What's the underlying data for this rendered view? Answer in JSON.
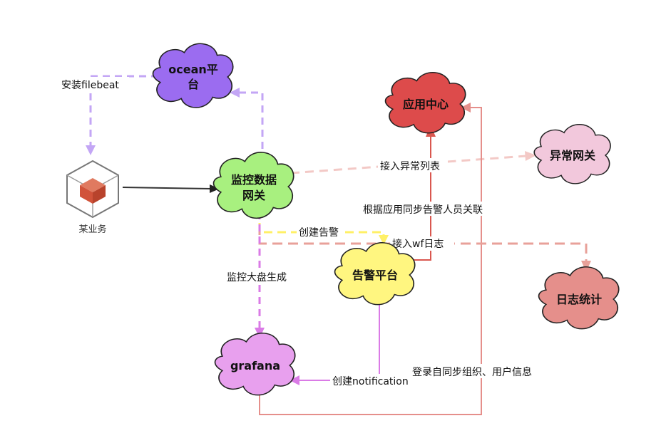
{
  "colors": {
    "purple": "#9B6CF0",
    "purple_line": "#C3A6F5",
    "red": "#DD4B4B",
    "red_line": "#D9574F",
    "pink": "#F2C8DC",
    "pink_line": "#F3C9C6",
    "green": "#A8F07F",
    "yellow": "#FFF680",
    "yellow_line": "#FFF066",
    "salmon": "#E58F8B",
    "salmon_line": "#E8A19A",
    "lilac": "#E8A0EE",
    "lilac_line": "#DA7BE6",
    "cube": "#D1533A",
    "black": "#222222"
  },
  "nodes": {
    "ocean": {
      "line1": "ocean平",
      "line2": "台"
    },
    "app_center": {
      "label": "应用中心"
    },
    "exception_gw": {
      "label": "异常网关"
    },
    "monitor_gw": {
      "line1": "监控数据",
      "line2": "网关"
    },
    "alert": {
      "label": "告警平台"
    },
    "log_stat": {
      "label": "日志统计"
    },
    "grafana": {
      "label": "grafana"
    },
    "business": {
      "label": "某业务",
      "icon": "package-cube-icon"
    }
  },
  "edges": {
    "install_filebeat": "安装filebeat",
    "exception_list": "接入异常列表",
    "sync_alert_people": "根据应用同步告警人员关联",
    "create_alert": "创建告警",
    "wf_log": "接入wf日志",
    "dashboard_gen": "监控大盘生成",
    "create_notification": "创建notification",
    "login_sync": "登录自同步组织、用户信息"
  }
}
